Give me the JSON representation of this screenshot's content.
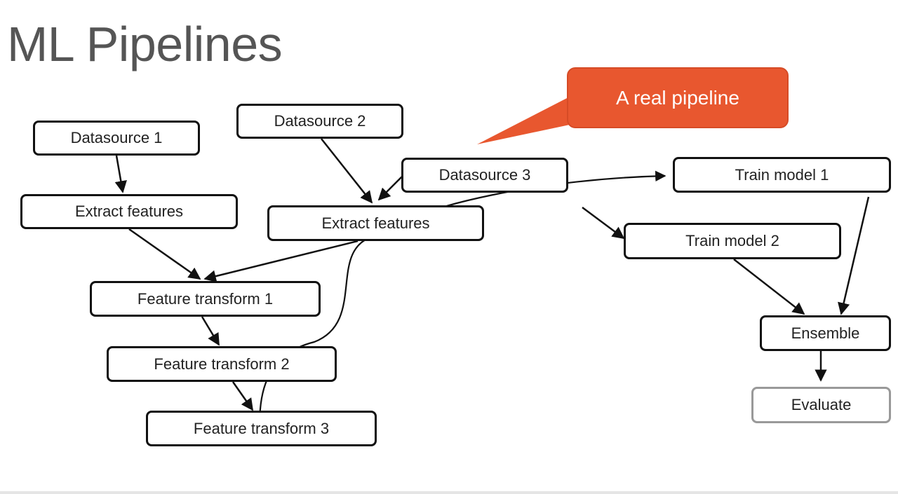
{
  "title": "ML Pipelines",
  "callout": {
    "text": "A real pipeline",
    "color": "#e8572f"
  },
  "nodes": {
    "datasource1": "Datasource 1",
    "datasource2": "Datasource 2",
    "datasource3": "Datasource 3",
    "extract_features_1": "Extract features",
    "extract_features_2": "Extract features",
    "feature_transform_1": "Feature transform 1",
    "feature_transform_2": "Feature transform 2",
    "feature_transform_3": "Feature transform 3",
    "train_model_1": "Train model 1",
    "train_model_2": "Train model 2",
    "ensemble": "Ensemble",
    "evaluate": "Evaluate"
  },
  "edges": [
    {
      "from": "datasource1",
      "to": "extract_features_1"
    },
    {
      "from": "datasource2",
      "to": "extract_features_2"
    },
    {
      "from": "datasource3",
      "to": "extract_features_2"
    },
    {
      "from": "extract_features_1",
      "to": "feature_transform_1"
    },
    {
      "from": "extract_features_2",
      "to": "feature_transform_1"
    },
    {
      "from": "feature_transform_1",
      "to": "feature_transform_2"
    },
    {
      "from": "feature_transform_2",
      "to": "feature_transform_3"
    },
    {
      "from": "feature_transform_3",
      "to": "train_model_1"
    },
    {
      "from": "datasource3",
      "to": "train_model_2"
    },
    {
      "from": "train_model_1",
      "to": "ensemble"
    },
    {
      "from": "train_model_2",
      "to": "ensemble"
    },
    {
      "from": "ensemble",
      "to": "evaluate"
    }
  ]
}
